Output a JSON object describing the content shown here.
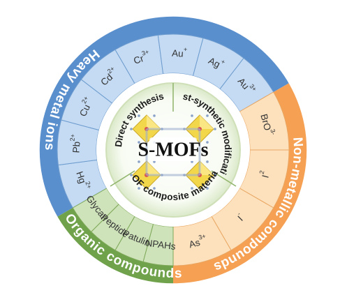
{
  "center": {
    "title": "S-MOFs"
  },
  "inner_ring": {
    "direct": "Direct synthesis",
    "post": "Post-synthetic modification",
    "composite": "MOF composite material"
  },
  "categories": [
    {
      "title": "Heavy metal ions",
      "colors": {
        "band": "#5a8fcd",
        "cells": "#c4dbf3",
        "dividers": "#6e9cce"
      },
      "items": [
        "Hg2+",
        "Pb2+",
        "Cu2+",
        "Cd2+",
        "Cr3+",
        "Au+",
        "Ag+",
        "Au3+"
      ]
    },
    {
      "title": "Non-metallic compounds",
      "colors": {
        "band": "#f5a053",
        "cells": "#fde1bd",
        "dividers": "#e9a762"
      },
      "items": [
        "BrO3-",
        "I2",
        "I-",
        "As3+"
      ]
    },
    {
      "title": "Organic compounds",
      "colors": {
        "band": "#6fa24a",
        "cells": "#cfe3ba",
        "dividers": "#7fa95a"
      },
      "items": [
        "NPAHs",
        "Patulin",
        "Peptide",
        "Glycan"
      ]
    }
  ]
}
